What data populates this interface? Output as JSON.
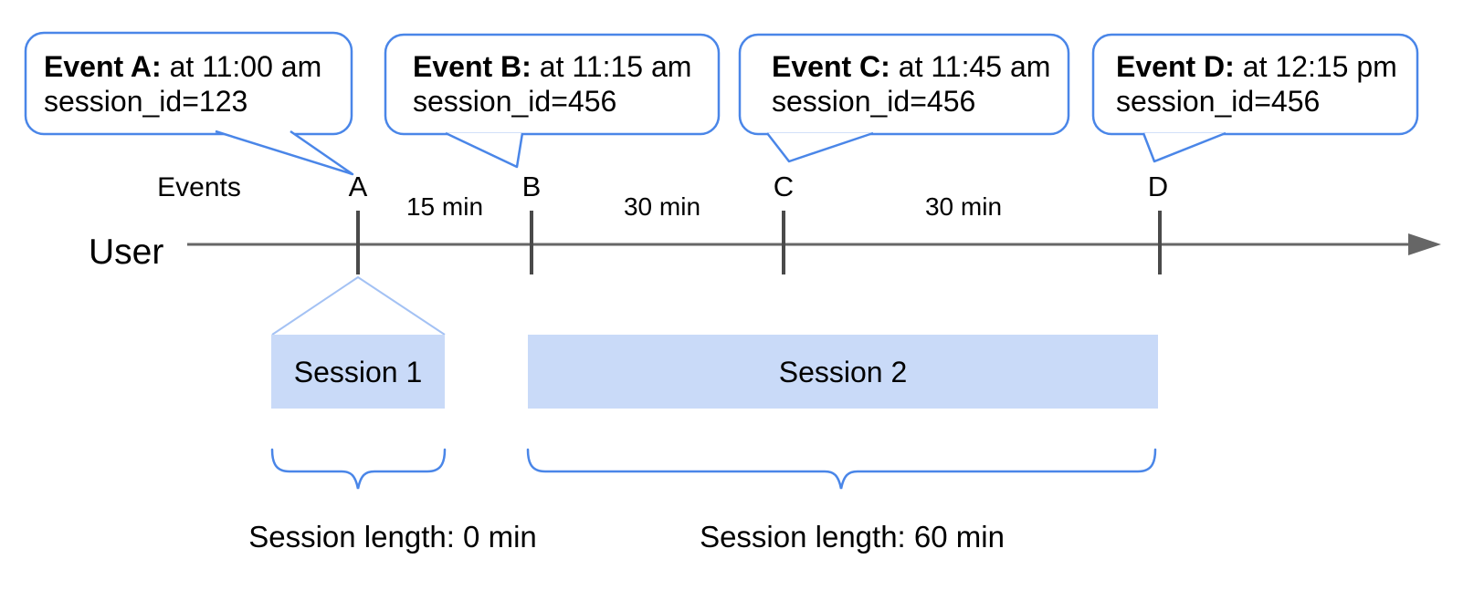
{
  "colors": {
    "bubble_border": "#4a86e8",
    "brace": "#4a86e8",
    "session_bar_fill": "#c9daf8",
    "funnel_line": "#a4c2f4",
    "axis": "#666666",
    "tick": "#4a4a4a",
    "text": "#000000"
  },
  "timeline": {
    "axis_label": "User",
    "events_label": "Events"
  },
  "events": [
    {
      "letter": "A",
      "bold": "Event A:",
      "time": "at 11:00 am",
      "session": "session_id=123"
    },
    {
      "letter": "B",
      "bold": "Event B:",
      "time": "at 11:15 am",
      "session": "session_id=456"
    },
    {
      "letter": "C",
      "bold": "Event C:",
      "time": "at 11:45 am",
      "session": "session_id=456"
    },
    {
      "letter": "D",
      "bold": "Event D:",
      "time": "at 12:15 pm",
      "session": "session_id=456"
    }
  ],
  "intervals": [
    {
      "label": "15 min"
    },
    {
      "label": "30 min"
    },
    {
      "label": "30 min"
    }
  ],
  "sessions": [
    {
      "label": "Session 1",
      "length_label": "Session length: 0 min"
    },
    {
      "label": "Session 2",
      "length_label": "Session length: 60 min"
    }
  ]
}
